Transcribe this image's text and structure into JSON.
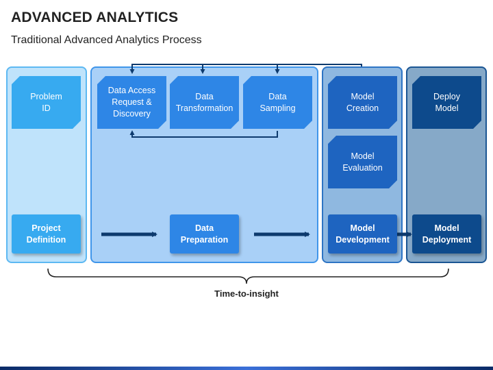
{
  "header": {
    "title": "ADVANCED ANALYTICS",
    "subtitle": "Traditional Advanced Analytics Process"
  },
  "stages": {
    "project": {
      "top_label": "Problem\nID",
      "bottom_label": "Project\nDefinition"
    },
    "prep": {
      "access_label": "Data Access\nRequest &\nDiscovery",
      "transform_label": "Data\nTransformation",
      "sampling_label": "Data\nSampling",
      "bottom_label": "Data\nPreparation"
    },
    "development": {
      "creation_label": "Model\nCreation",
      "evaluation_label": "Model\nEvaluation",
      "bottom_label": "Model\nDevelopment"
    },
    "deployment": {
      "top_label": "Deploy\nModel",
      "bottom_label": "Model\nDeployment"
    }
  },
  "footer": {
    "label": "Time-to-insight"
  },
  "colors": {
    "panel_light": "#bfe3fb",
    "panel_mid": "#a9d0f7",
    "panel_dev": "#8fb8e0",
    "panel_deploy": "#86a9c8",
    "box_light": "#37aaf0",
    "box_mid": "#2e86e6",
    "box_dev": "#1e64c0",
    "box_deploy": "#0d4a8c",
    "arrow": "#0d3a6e"
  }
}
